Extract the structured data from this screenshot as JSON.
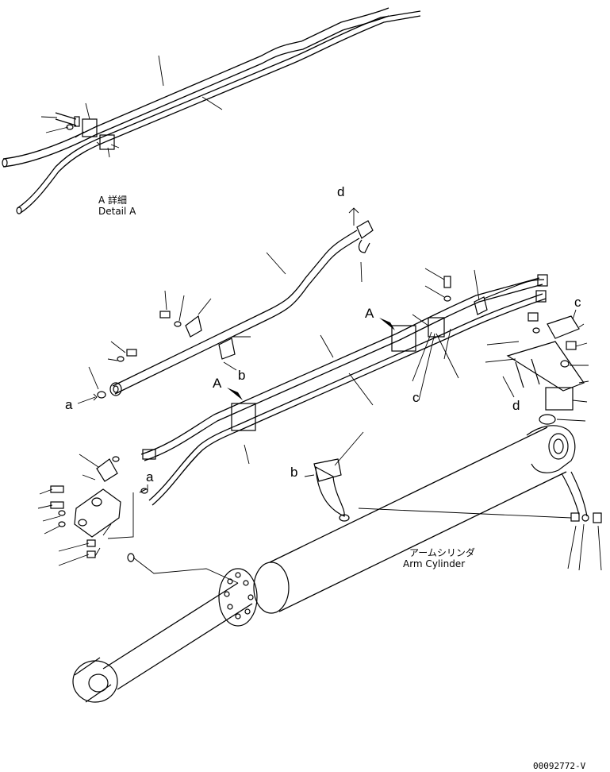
{
  "detail_title_jp": "A 詳細",
  "detail_title_en": "Detail A",
  "cylinder_label_jp": "アームシリンダ",
  "cylinder_label_en": "Arm Cylinder",
  "drawing_number": "00092772-V",
  "letters": {
    "a1": "a",
    "a2": "a",
    "b1": "b",
    "b2": "b",
    "c1": "c",
    "c2": "c",
    "d1": "d",
    "d2": "d",
    "A1": "A",
    "A2": "A"
  }
}
